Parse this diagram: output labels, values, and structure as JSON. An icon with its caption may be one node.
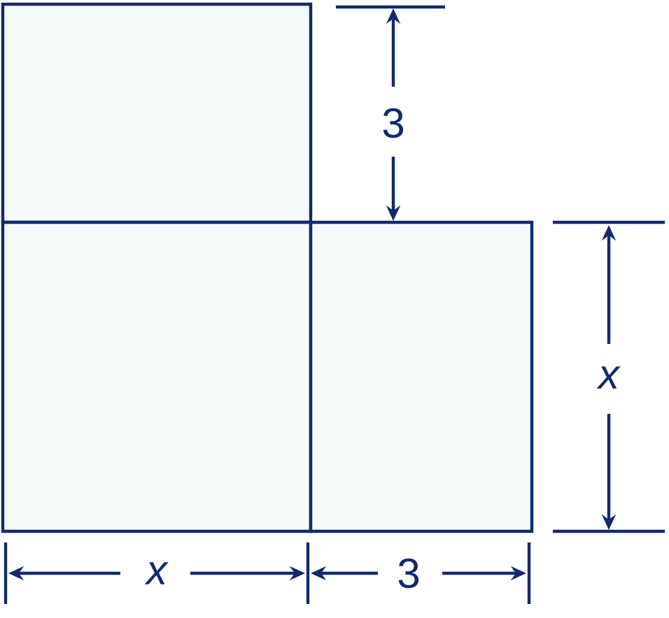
{
  "diagram": {
    "nodes": [
      {
        "text": [],
        "shape": "box"
      },
      {
        "text": [],
        "shape": "box"
      },
      {
        "text": [],
        "shape": "box"
      }
    ],
    "labels": [
      "3",
      "x",
      "x",
      "3"
    ]
  }
}
